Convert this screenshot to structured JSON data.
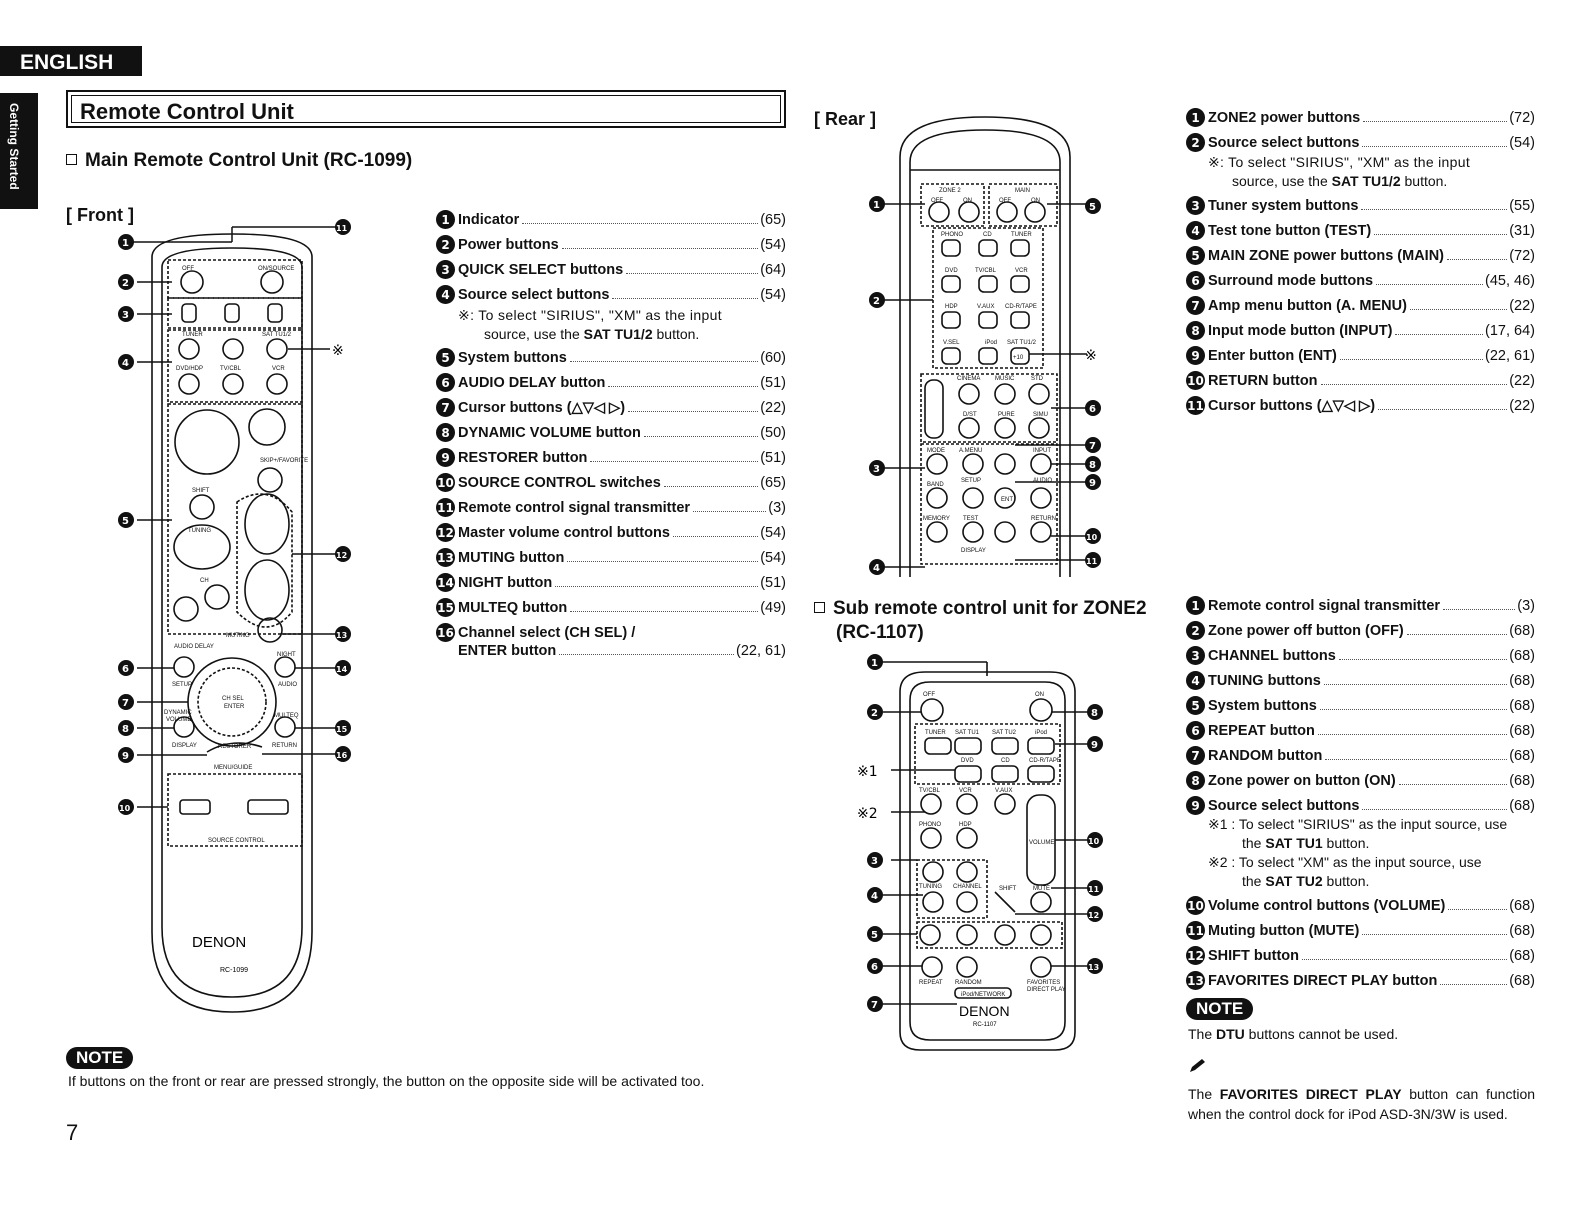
{
  "header": {
    "language_tab": "ENGLISH",
    "side_tab": "Getting Started"
  },
  "section_title": "Remote Control Unit",
  "main_remote": {
    "title": "Main Remote Control Unit (RC-1099)",
    "front_label": "[ Front ]",
    "rear_label": "[ Rear ]",
    "front_items": [
      {
        "n": "1",
        "label": "Indicator",
        "page": "(65)"
      },
      {
        "n": "2",
        "label": "Power buttons",
        "page": "(54)"
      },
      {
        "n": "3",
        "label": "QUICK SELECT buttons",
        "page": "(64)"
      },
      {
        "n": "4",
        "label": "Source select buttons",
        "page": "(54)"
      },
      {
        "n": "5",
        "label": "System buttons",
        "page": "(60)"
      },
      {
        "n": "6",
        "label": "AUDIO DELAY button",
        "page": "(51)"
      },
      {
        "n": "7",
        "label": "Cursor buttons (△▽◁ ▷)",
        "page": "(22)"
      },
      {
        "n": "8",
        "label": "DYNAMIC VOLUME button",
        "page": "(50)"
      },
      {
        "n": "9",
        "label": "RESTORER button",
        "page": "(51)"
      },
      {
        "n": "10",
        "label": "SOURCE CONTROL switches",
        "page": "(65)"
      },
      {
        "n": "11",
        "label": "Remote control signal transmitter",
        "page": "(3)"
      },
      {
        "n": "12",
        "label": "Master volume control buttons",
        "page": "(54)"
      },
      {
        "n": "13",
        "label": "MUTING button",
        "page": "(54)"
      },
      {
        "n": "14",
        "label": "NIGHT button",
        "page": "(51)"
      },
      {
        "n": "15",
        "label": "MULTEQ button",
        "page": "(49)"
      },
      {
        "n": "16",
        "label": "Channel select (CH SEL) /",
        "label2": "ENTER button",
        "page": "(22, 61)"
      }
    ],
    "front_note_4": {
      "prefix": "※: To select \"SIRIUS\", \"XM\" as the input",
      "line2_pre": "source, use the ",
      "bold": "SAT TU1/2",
      "line2_post": " button."
    },
    "rear_items": [
      {
        "n": "1",
        "label": "ZONE2 power buttons",
        "page": "(72)"
      },
      {
        "n": "2",
        "label": "Source select buttons",
        "page": "(54)"
      },
      {
        "n": "3",
        "label": "Tuner system buttons",
        "page": "(55)"
      },
      {
        "n": "4",
        "label": "Test tone button (TEST)",
        "page": "(31)"
      },
      {
        "n": "5",
        "label": "MAIN ZONE power buttons (MAIN)",
        "page": "(72)"
      },
      {
        "n": "6",
        "label": "Surround mode buttons",
        "page": "(45, 46)"
      },
      {
        "n": "7",
        "label": "Amp menu button (A. MENU)",
        "page": "(22)"
      },
      {
        "n": "8",
        "label": "Input mode button (INPUT)",
        "page": "(17, 64)"
      },
      {
        "n": "9",
        "label": "Enter button (ENT)",
        "page": "(22, 61)"
      },
      {
        "n": "10",
        "label": "RETURN button",
        "page": "(22)"
      },
      {
        "n": "11",
        "label": "Cursor buttons (△▽◁ ▷)",
        "page": "(22)"
      }
    ],
    "rear_note_2": {
      "prefix": "※: To select \"SIRIUS\", \"XM\" as the input",
      "line2_pre": "source, use the ",
      "bold": "SAT TU1/2",
      "line2_post": " button."
    }
  },
  "sub_remote": {
    "title_line1": "Sub remote control unit for ZONE2",
    "title_line2": "(RC-1107)",
    "items": [
      {
        "n": "1",
        "label": "Remote control signal transmitter",
        "page": "(3)"
      },
      {
        "n": "2",
        "label": "Zone power off button (OFF)",
        "page": "(68)"
      },
      {
        "n": "3",
        "label": "CHANNEL buttons",
        "page": "(68)"
      },
      {
        "n": "4",
        "label": "TUNING buttons",
        "page": "(68)"
      },
      {
        "n": "5",
        "label": "System buttons",
        "page": "(68)"
      },
      {
        "n": "6",
        "label": "REPEAT button",
        "page": "(68)"
      },
      {
        "n": "7",
        "label": "RANDOM button",
        "page": "(68)"
      },
      {
        "n": "8",
        "label": "Zone power on button (ON)",
        "page": "(68)"
      },
      {
        "n": "9",
        "label": "Source select buttons",
        "page": "(68)"
      },
      {
        "n": "10",
        "label": "Volume control buttons (VOLUME)",
        "page": "(68)"
      },
      {
        "n": "11",
        "label": "Muting button (MUTE)",
        "page": "(68)"
      },
      {
        "n": "12",
        "label": "SHIFT button",
        "page": "(68)"
      },
      {
        "n": "13",
        "label": "FAVORITES DIRECT PLAY button",
        "page": "(68)"
      }
    ],
    "note1": {
      "l1": "※1 : To select \"SIRIUS\" as the input source, use",
      "pre": "the ",
      "bold": "SAT TU1",
      "post": " button."
    },
    "note2": {
      "l1": "※2 : To select \"XM\" as the input source, use",
      "pre": "the ",
      "bold": "SAT TU2",
      "post": " button."
    },
    "star1": "※1",
    "star2": "※2"
  },
  "notes": {
    "pill": "NOTE",
    "main_note": "If buttons on the front or rear are pressed strongly, the button on the opposite side will be activated too.",
    "dtu_pre": "The ",
    "dtu_bold": "DTU",
    "dtu_post": " buttons cannot be used.",
    "fav_pre": "The ",
    "fav_bold": "FAVORITES DIRECT PLAY",
    "fav_post": " button can function when the control dock for iPod ASD-3N/3W is used.",
    "pencil_icon": "pencil-icon"
  },
  "remote_text": {
    "brand": "DENON",
    "front_model": "RC-1099",
    "sub_model": "RC-1107",
    "front_keys": [
      "OFF",
      "ON/SOURCE",
      "TUNER",
      "SAT TU1/2",
      "DVD/HDP",
      "TV/CBL",
      "VCR",
      "SKIP+/FAVORITE",
      "SHIFT",
      "TUNING",
      "CH",
      "MUTING",
      "AUDIO DELAY",
      "NIGHT",
      "SETUP",
      "AUDIO",
      "CH SEL ENTER",
      "DYNAMIC VOLUME",
      "MULTEQ",
      "DISPLAY",
      "RESTORER",
      "RETURN",
      "MENU/GUIDE",
      "SOURCE CONTROL"
    ],
    "rear_keys": [
      "ZONE 2",
      "MAIN",
      "OFF",
      "ON",
      "PHONO",
      "CD",
      "TUNER",
      "DVD",
      "TV/CBL",
      "VCR",
      "HDP",
      "V.AUX",
      "CD-R/TAPE",
      "V.SEL",
      "iPod",
      "SAT TU1/2",
      "+10",
      "CINEMA",
      "MUSIC",
      "STD",
      "D/ST",
      "PURE",
      "SIMU",
      "MODE",
      "A.MENU",
      "INPUT",
      "SETUP",
      "AUDIO",
      "BAND",
      "ENT",
      "MEMORY",
      "TEST",
      "RETURN",
      "DISPLAY"
    ],
    "sub_keys": [
      "OFF",
      "ON",
      "TUNER",
      "SAT TU1",
      "SAT TU2",
      "iPod",
      "DVD",
      "CD",
      "CD-R/TAPE",
      "TV/CBL",
      "VCR",
      "V.AUX",
      "PHONO",
      "HDP",
      "VOLUME",
      "TUNING",
      "CHANNEL",
      "SHIFT",
      "MUTE",
      "REPEAT",
      "RANDOM",
      "FAVORITES DIRECT PLAY",
      "iPod/NETWORK"
    ]
  },
  "page_number": "7"
}
